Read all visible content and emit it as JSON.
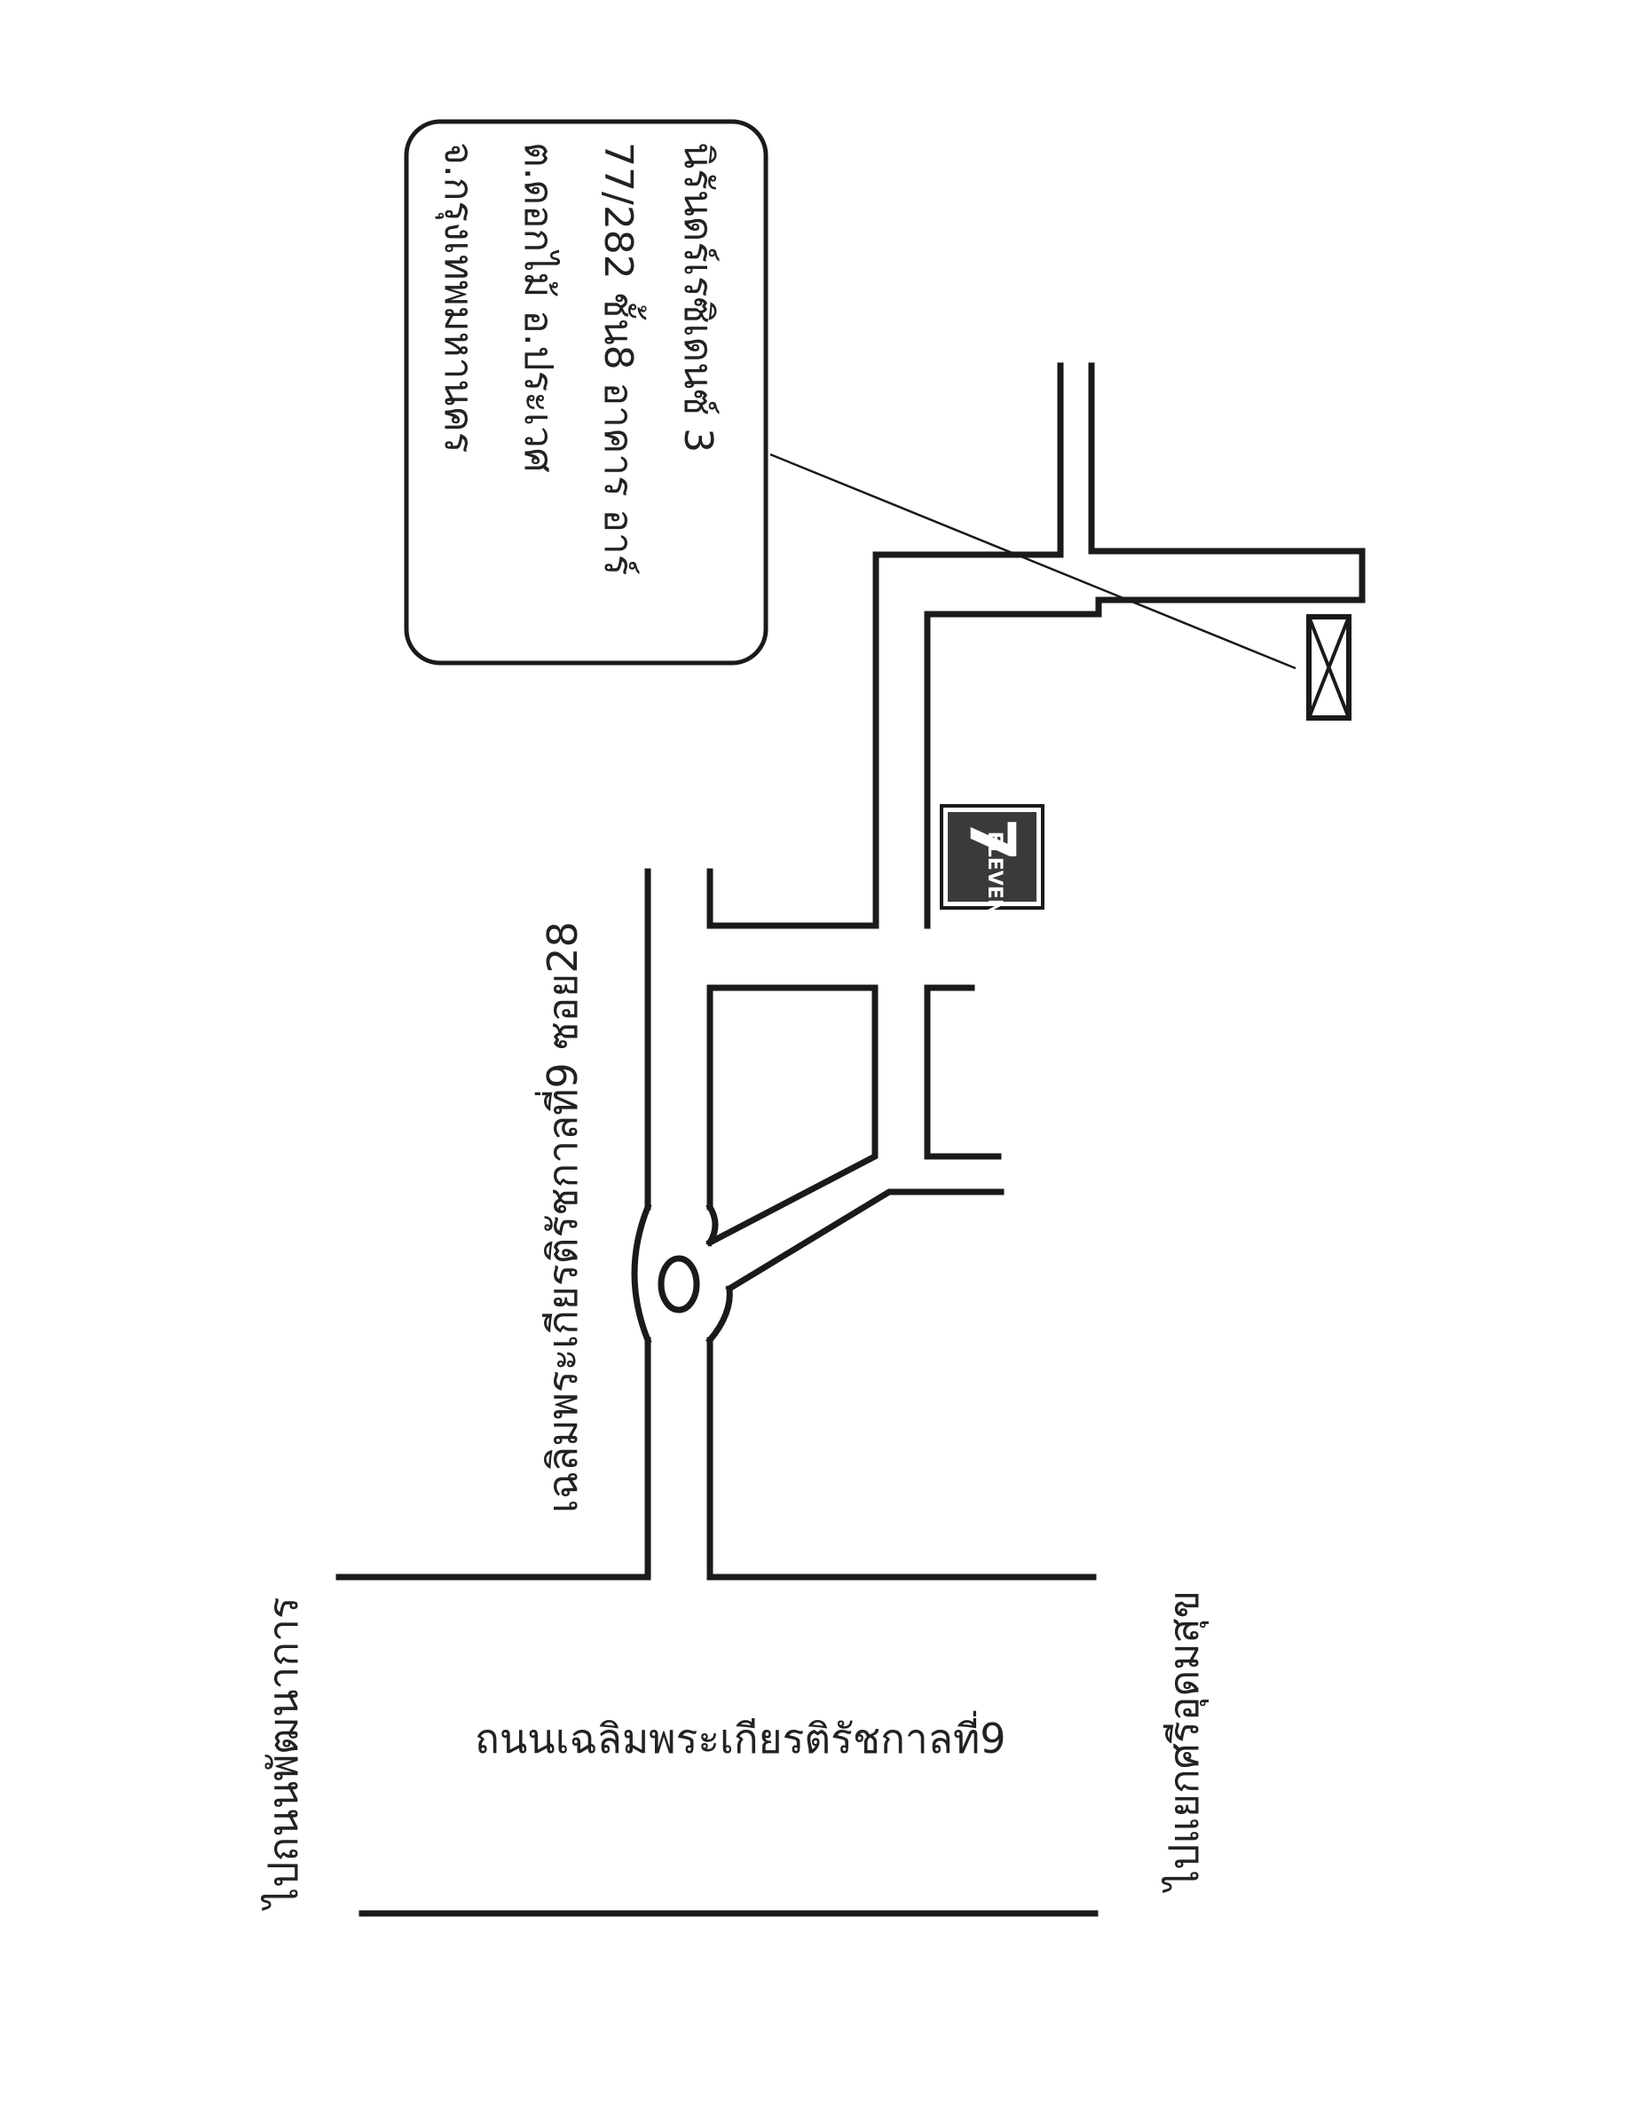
{
  "labels": {
    "to_phatthanakan": "ไปถนนพัฒนาการ",
    "to_si_udom_suk": "ไปแยกศรีอุดมสุข",
    "main_road": "ถนนเฉลิมพระเกียรติรัชกาลที่9",
    "soi_28": "เฉลิมพระเกียรติรัชกาลที่9 ซอย28"
  },
  "address": {
    "line1": "นิรันดร์เรซิเดนซ์  3",
    "line2": "77/282  ชั้น8 อาคาร  อาร์",
    "line3": "ต.ดอกไม้   อ.ประเวศ",
    "line4": "จ.กรุงเทพมหานคร"
  },
  "landmark": {
    "store_name": "ELEVEN",
    "store_number": "7"
  },
  "colors": {
    "ink": "#1a1a1a",
    "store_bg": "#3a3a3a"
  }
}
